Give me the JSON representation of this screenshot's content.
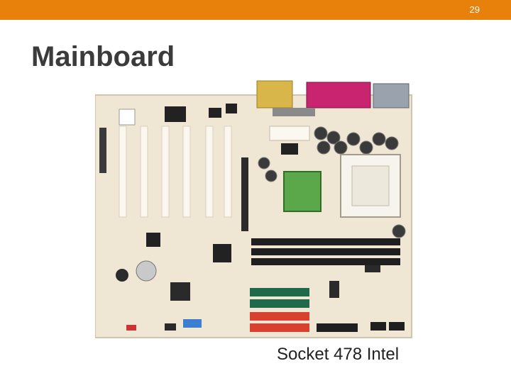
{
  "slide": {
    "page_number": "29",
    "title": "Mainboard",
    "caption": "Socket 478 Intel"
  },
  "colors": {
    "header_bar": "#e8800c",
    "title_text": "#3b3b3b",
    "board": "#efe6d3"
  },
  "image": {
    "subject": "motherboard-photo"
  }
}
